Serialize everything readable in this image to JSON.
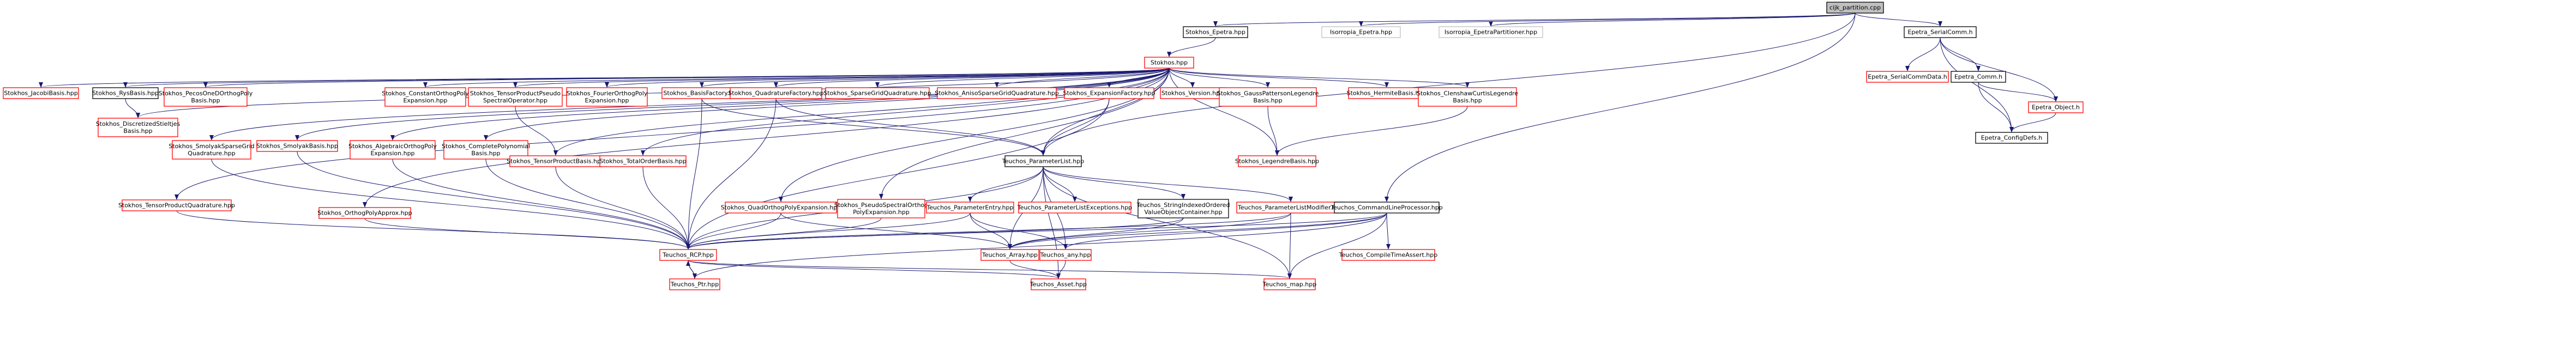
{
  "diagram": {
    "kind": "include-dependency-graph",
    "colors": {
      "root_fill": "#bfbfbf",
      "documented_border": "#000000",
      "undocumented_border": "#ff0000",
      "edge": "#191970",
      "text": "#000000"
    },
    "nodes": [
      {
        "id": "root",
        "lines": [
          "cijk_partition.cpp"
        ],
        "style": "root"
      },
      {
        "id": "epetra_hpp",
        "lines": [
          "Stokhos_Epetra.hpp"
        ],
        "style": "documented"
      },
      {
        "id": "isorropia_epetra",
        "lines": [
          "Isorropia_Epetra.hpp"
        ],
        "style": "external"
      },
      {
        "id": "isorropia_partitioner",
        "lines": [
          "Isorropia_EpetraPartitioner.hpp"
        ],
        "style": "external"
      },
      {
        "id": "epetra_serialcomm",
        "lines": [
          "Epetra_SerialComm.h"
        ],
        "style": "documented"
      },
      {
        "id": "stokhos_hpp",
        "lines": [
          "Stokhos.hpp"
        ],
        "style": "undocumented"
      },
      {
        "id": "epetra_serialcommdata",
        "lines": [
          "Epetra_SerialCommData.h"
        ],
        "style": "undocumented"
      },
      {
        "id": "epetra_comm",
        "lines": [
          "Epetra_Comm.h"
        ],
        "style": "documented"
      },
      {
        "id": "epetra_object",
        "lines": [
          "Epetra_Object.h"
        ],
        "style": "undocumented"
      },
      {
        "id": "epetra_configdefs",
        "lines": [
          "Epetra_ConfigDefs.h"
        ],
        "style": "documented"
      },
      {
        "id": "jacobi",
        "lines": [
          "Stokhos_JacobiBasis.hpp"
        ],
        "style": "undocumented"
      },
      {
        "id": "rys",
        "lines": [
          "Stokhos_RysBasis.hpp"
        ],
        "style": "documented"
      },
      {
        "id": "pecos",
        "lines": [
          "Stokhos_PecosOneDOrthogPoly",
          "Basis.hpp"
        ],
        "style": "undocumented"
      },
      {
        "id": "discretized",
        "lines": [
          "Stokhos_DiscretizedStieltjes",
          "Basis.hpp"
        ],
        "style": "undocumented"
      },
      {
        "id": "constrained",
        "lines": [
          "Stokhos_ConstantOrthogPoly",
          "Expansion.hpp"
        ],
        "style": "undocumented"
      },
      {
        "id": "tensorpseudo",
        "lines": [
          "Stokhos_TensorProductPseudo",
          "SpectralOperator.hpp"
        ],
        "style": "undocumented"
      },
      {
        "id": "fourier",
        "lines": [
          "Stokhos_FourierOrthogPoly",
          "Expansion.hpp"
        ],
        "style": "undocumented"
      },
      {
        "id": "basisfactory",
        "lines": [
          "Stokhos_BasisFactory.hpp"
        ],
        "style": "undocumented"
      },
      {
        "id": "quadfactory",
        "lines": [
          "Stokhos_QuadratureFactory.hpp"
        ],
        "style": "undocumented"
      },
      {
        "id": "sparsegrid",
        "lines": [
          "Stokhos_SparseGridQuadrature.hpp"
        ],
        "style": "undocumented"
      },
      {
        "id": "anisosparse",
        "lines": [
          "Stokhos_AnisoSparseGridQuadrature.hpp"
        ],
        "style": "undocumented"
      },
      {
        "id": "expfactory",
        "lines": [
          "Stokhos_ExpansionFactory.hpp"
        ],
        "style": "undocumented"
      },
      {
        "id": "version",
        "lines": [
          "Stokhos_Version.hpp"
        ],
        "style": "undocumented"
      },
      {
        "id": "gausspatterson",
        "lines": [
          "Stokhos_GaussPattersonLegendre",
          "Basis.hpp"
        ],
        "style": "undocumented"
      },
      {
        "id": "hermite",
        "lines": [
          "Stokhos_HermiteBasis.hpp"
        ],
        "style": "undocumented"
      },
      {
        "id": "clenshaw",
        "lines": [
          "Stokhos_ClenshawCurtisLegendre",
          "Basis.hpp"
        ],
        "style": "undocumented"
      },
      {
        "id": "smolyaksparse",
        "lines": [
          "Stokhos_SmolyakSparseGrid",
          "Quadrature.hpp"
        ],
        "style": "undocumented"
      },
      {
        "id": "smolyakbasis",
        "lines": [
          "Stokhos_SmolyakBasis.hpp"
        ],
        "style": "undocumented"
      },
      {
        "id": "algebraic",
        "lines": [
          "Stokhos_AlgebraicOrthogPoly",
          "Expansion.hpp"
        ],
        "style": "undocumented"
      },
      {
        "id": "completepoly",
        "lines": [
          "Stokhos_CompletePolynomial",
          "Basis.hpp"
        ],
        "style": "undocumented"
      },
      {
        "id": "tensorbasis",
        "lines": [
          "Stokhos_TensorProductBasis.hpp"
        ],
        "style": "undocumented"
      },
      {
        "id": "totalorder",
        "lines": [
          "Stokhos_TotalOrderBasis.hpp"
        ],
        "style": "undocumented"
      },
      {
        "id": "paramlist",
        "lines": [
          "Teuchos_ParameterList.hpp"
        ],
        "style": "documented"
      },
      {
        "id": "legendre",
        "lines": [
          "Stokhos_LegendreBasis.hpp"
        ],
        "style": "undocumented"
      },
      {
        "id": "tensorquad",
        "lines": [
          "Stokhos_TensorProductQuadrature.hpp"
        ],
        "style": "undocumented"
      },
      {
        "id": "orthogapprox",
        "lines": [
          "Stokhos_OrthogPolyApprox.hpp"
        ],
        "style": "undocumented"
      },
      {
        "id": "quadexp",
        "lines": [
          "Stokhos_QuadOrthogPolyExpansion.hpp"
        ],
        "style": "undocumented"
      },
      {
        "id": "pseudospectral",
        "lines": [
          "Stokhos_PseudoSpectralOrthog",
          "PolyExpansion.hpp"
        ],
        "style": "undocumented"
      },
      {
        "id": "paramentry",
        "lines": [
          "Teuchos_ParameterEntry.hpp"
        ],
        "style": "undocumented"
      },
      {
        "id": "paramexceptions",
        "lines": [
          "Teuchos_ParameterListExceptions.hpp"
        ],
        "style": "undocumented"
      },
      {
        "id": "stringindexed",
        "lines": [
          "Teuchos_StringIndexedOrdered",
          "ValueObjectContainer.hpp"
        ],
        "style": "documented"
      },
      {
        "id": "parammodifier",
        "lines": [
          "Teuchos_ParameterListModifier.hpp"
        ],
        "style": "undocumented"
      },
      {
        "id": "cmdline",
        "lines": [
          "Teuchos_CommandLineProcessor.hpp"
        ],
        "style": "documented"
      },
      {
        "id": "rcp",
        "lines": [
          "Teuchos_RCP.hpp"
        ],
        "style": "undocumented"
      },
      {
        "id": "array",
        "lines": [
          "Teuchos_Array.hpp"
        ],
        "style": "undocumented"
      },
      {
        "id": "any",
        "lines": [
          "Teuchos_any.hpp"
        ],
        "style": "undocumented"
      },
      {
        "id": "compiletime",
        "lines": [
          "Teuchos_CompileTimeAssert.hpp"
        ],
        "style": "undocumented"
      },
      {
        "id": "ptr",
        "lines": [
          "Teuchos_Ptr.hpp"
        ],
        "style": "undocumented"
      },
      {
        "id": "asset",
        "lines": [
          "Teuchos_Asset.hpp"
        ],
        "style": "undocumented"
      },
      {
        "id": "map",
        "lines": [
          "Teuchos_map.hpp"
        ],
        "style": "undocumented"
      }
    ],
    "edges": [
      [
        "root",
        "epetra_hpp"
      ],
      [
        "root",
        "isorropia_epetra"
      ],
      [
        "root",
        "isorropia_partitioner"
      ],
      [
        "root",
        "epetra_serialcomm"
      ],
      [
        "root",
        "paramlist"
      ],
      [
        "root",
        "cmdline"
      ],
      [
        "epetra_hpp",
        "stokhos_hpp"
      ],
      [
        "epetra_serialcomm",
        "epetra_serialcommdata"
      ],
      [
        "epetra_serialcomm",
        "epetra_comm"
      ],
      [
        "epetra_serialcomm",
        "epetra_object"
      ],
      [
        "epetra_serialcomm",
        "epetra_configdefs"
      ],
      [
        "epetra_comm",
        "epetra_object"
      ],
      [
        "epetra_comm",
        "epetra_configdefs"
      ],
      [
        "epetra_object",
        "epetra_configdefs"
      ],
      [
        "stokhos_hpp",
        "jacobi"
      ],
      [
        "stokhos_hpp",
        "rys"
      ],
      [
        "stokhos_hpp",
        "pecos"
      ],
      [
        "stokhos_hpp",
        "discretized"
      ],
      [
        "stokhos_hpp",
        "constrained"
      ],
      [
        "stokhos_hpp",
        "tensorpseudo"
      ],
      [
        "stokhos_hpp",
        "fourier"
      ],
      [
        "stokhos_hpp",
        "basisfactory"
      ],
      [
        "stokhos_hpp",
        "quadfactory"
      ],
      [
        "stokhos_hpp",
        "sparsegrid"
      ],
      [
        "stokhos_hpp",
        "anisosparse"
      ],
      [
        "stokhos_hpp",
        "expfactory"
      ],
      [
        "stokhos_hpp",
        "version"
      ],
      [
        "stokhos_hpp",
        "gausspatterson"
      ],
      [
        "stokhos_hpp",
        "hermite"
      ],
      [
        "stokhos_hpp",
        "clenshaw"
      ],
      [
        "stokhos_hpp",
        "smolyaksparse"
      ],
      [
        "stokhos_hpp",
        "smolyakbasis"
      ],
      [
        "stokhos_hpp",
        "algebraic"
      ],
      [
        "stokhos_hpp",
        "completepoly"
      ],
      [
        "stokhos_hpp",
        "tensorbasis"
      ],
      [
        "stokhos_hpp",
        "totalorder"
      ],
      [
        "stokhos_hpp",
        "tensorquad"
      ],
      [
        "stokhos_hpp",
        "orthogapprox"
      ],
      [
        "stokhos_hpp",
        "quadexp"
      ],
      [
        "stokhos_hpp",
        "pseudospectral"
      ],
      [
        "stokhos_hpp",
        "legendre"
      ],
      [
        "stokhos_hpp",
        "paramlist"
      ],
      [
        "rys",
        "discretized"
      ],
      [
        "tensorpseudo",
        "tensorbasis"
      ],
      [
        "basisfactory",
        "rcp"
      ],
      [
        "basisfactory",
        "paramlist"
      ],
      [
        "quadfactory",
        "rcp"
      ],
      [
        "quadfactory",
        "paramlist"
      ],
      [
        "expfactory",
        "rcp"
      ],
      [
        "expfactory",
        "paramlist"
      ],
      [
        "gausspatterson",
        "legendre"
      ],
      [
        "clenshaw",
        "legendre"
      ],
      [
        "smolyaksparse",
        "rcp"
      ],
      [
        "smolyakbasis",
        "rcp"
      ],
      [
        "algebraic",
        "rcp"
      ],
      [
        "completepoly",
        "rcp"
      ],
      [
        "tensorbasis",
        "rcp"
      ],
      [
        "totalorder",
        "rcp"
      ],
      [
        "tensorquad",
        "rcp"
      ],
      [
        "orthogapprox",
        "rcp"
      ],
      [
        "quadexp",
        "rcp"
      ],
      [
        "quadexp",
        "array"
      ],
      [
        "pseudospectral",
        "rcp"
      ],
      [
        "paramlist",
        "paramentry"
      ],
      [
        "paramlist",
        "paramexceptions"
      ],
      [
        "paramlist",
        "stringindexed"
      ],
      [
        "paramlist",
        "parammodifier"
      ],
      [
        "paramlist",
        "rcp"
      ],
      [
        "paramlist",
        "array"
      ],
      [
        "paramlist",
        "any"
      ],
      [
        "paramlist",
        "asset"
      ],
      [
        "paramlist",
        "map"
      ],
      [
        "paramentry",
        "rcp"
      ],
      [
        "paramentry",
        "any"
      ],
      [
        "paramentry",
        "array"
      ],
      [
        "stringindexed",
        "array"
      ],
      [
        "stringindexed",
        "rcp"
      ],
      [
        "parammodifier",
        "rcp"
      ],
      [
        "parammodifier",
        "array"
      ],
      [
        "parammodifier",
        "map"
      ],
      [
        "cmdline",
        "rcp"
      ],
      [
        "cmdline",
        "any"
      ],
      [
        "cmdline",
        "map"
      ],
      [
        "cmdline",
        "compiletime"
      ],
      [
        "cmdline",
        "ptr"
      ],
      [
        "cmdline",
        "array"
      ],
      [
        "rcp",
        "ptr"
      ],
      [
        "rcp",
        "asset"
      ],
      [
        "rcp",
        "map"
      ],
      [
        "ptr",
        "rcp"
      ],
      [
        "array",
        "asset"
      ],
      [
        "any",
        "asset"
      ]
    ]
  }
}
